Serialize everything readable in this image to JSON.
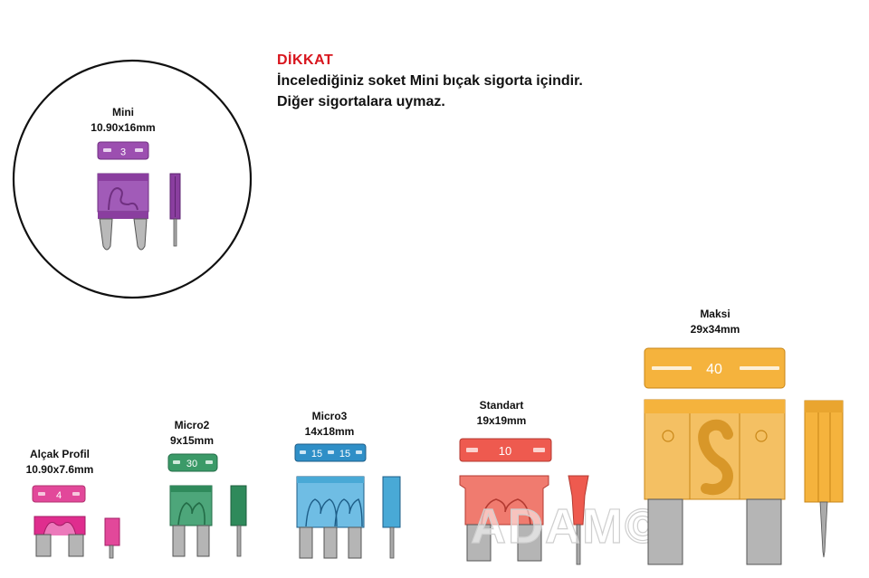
{
  "notice": {
    "title": "DİKKAT",
    "line1": "İncelediğiniz soket Mini bıçak sigorta içindir.",
    "line2": "Diğer sigortalara uymaz."
  },
  "fuses": {
    "mini": {
      "name": "Mini",
      "size": "10.90x16mm",
      "rating": "3",
      "color": "#9c4fb0"
    },
    "alcak": {
      "name": "Alçak Profil",
      "size": "10.90x7.6mm",
      "rating": "4",
      "color": "#e2489a"
    },
    "micro2": {
      "name": "Micro2",
      "size": "9x15mm",
      "rating": "30",
      "color": "#3b9a68"
    },
    "micro3": {
      "name": "Micro3",
      "size": "14x18mm",
      "rating_a": "15",
      "rating_b": "15",
      "color": "#49a9d6"
    },
    "standart": {
      "name": "Standart",
      "size": "19x19mm",
      "rating": "10",
      "color": "#ee5a4f"
    },
    "maksi": {
      "name": "Maksi",
      "size": "29x34mm",
      "rating": "40",
      "color": "#f5b33d"
    }
  },
  "watermark": "ADAM©"
}
